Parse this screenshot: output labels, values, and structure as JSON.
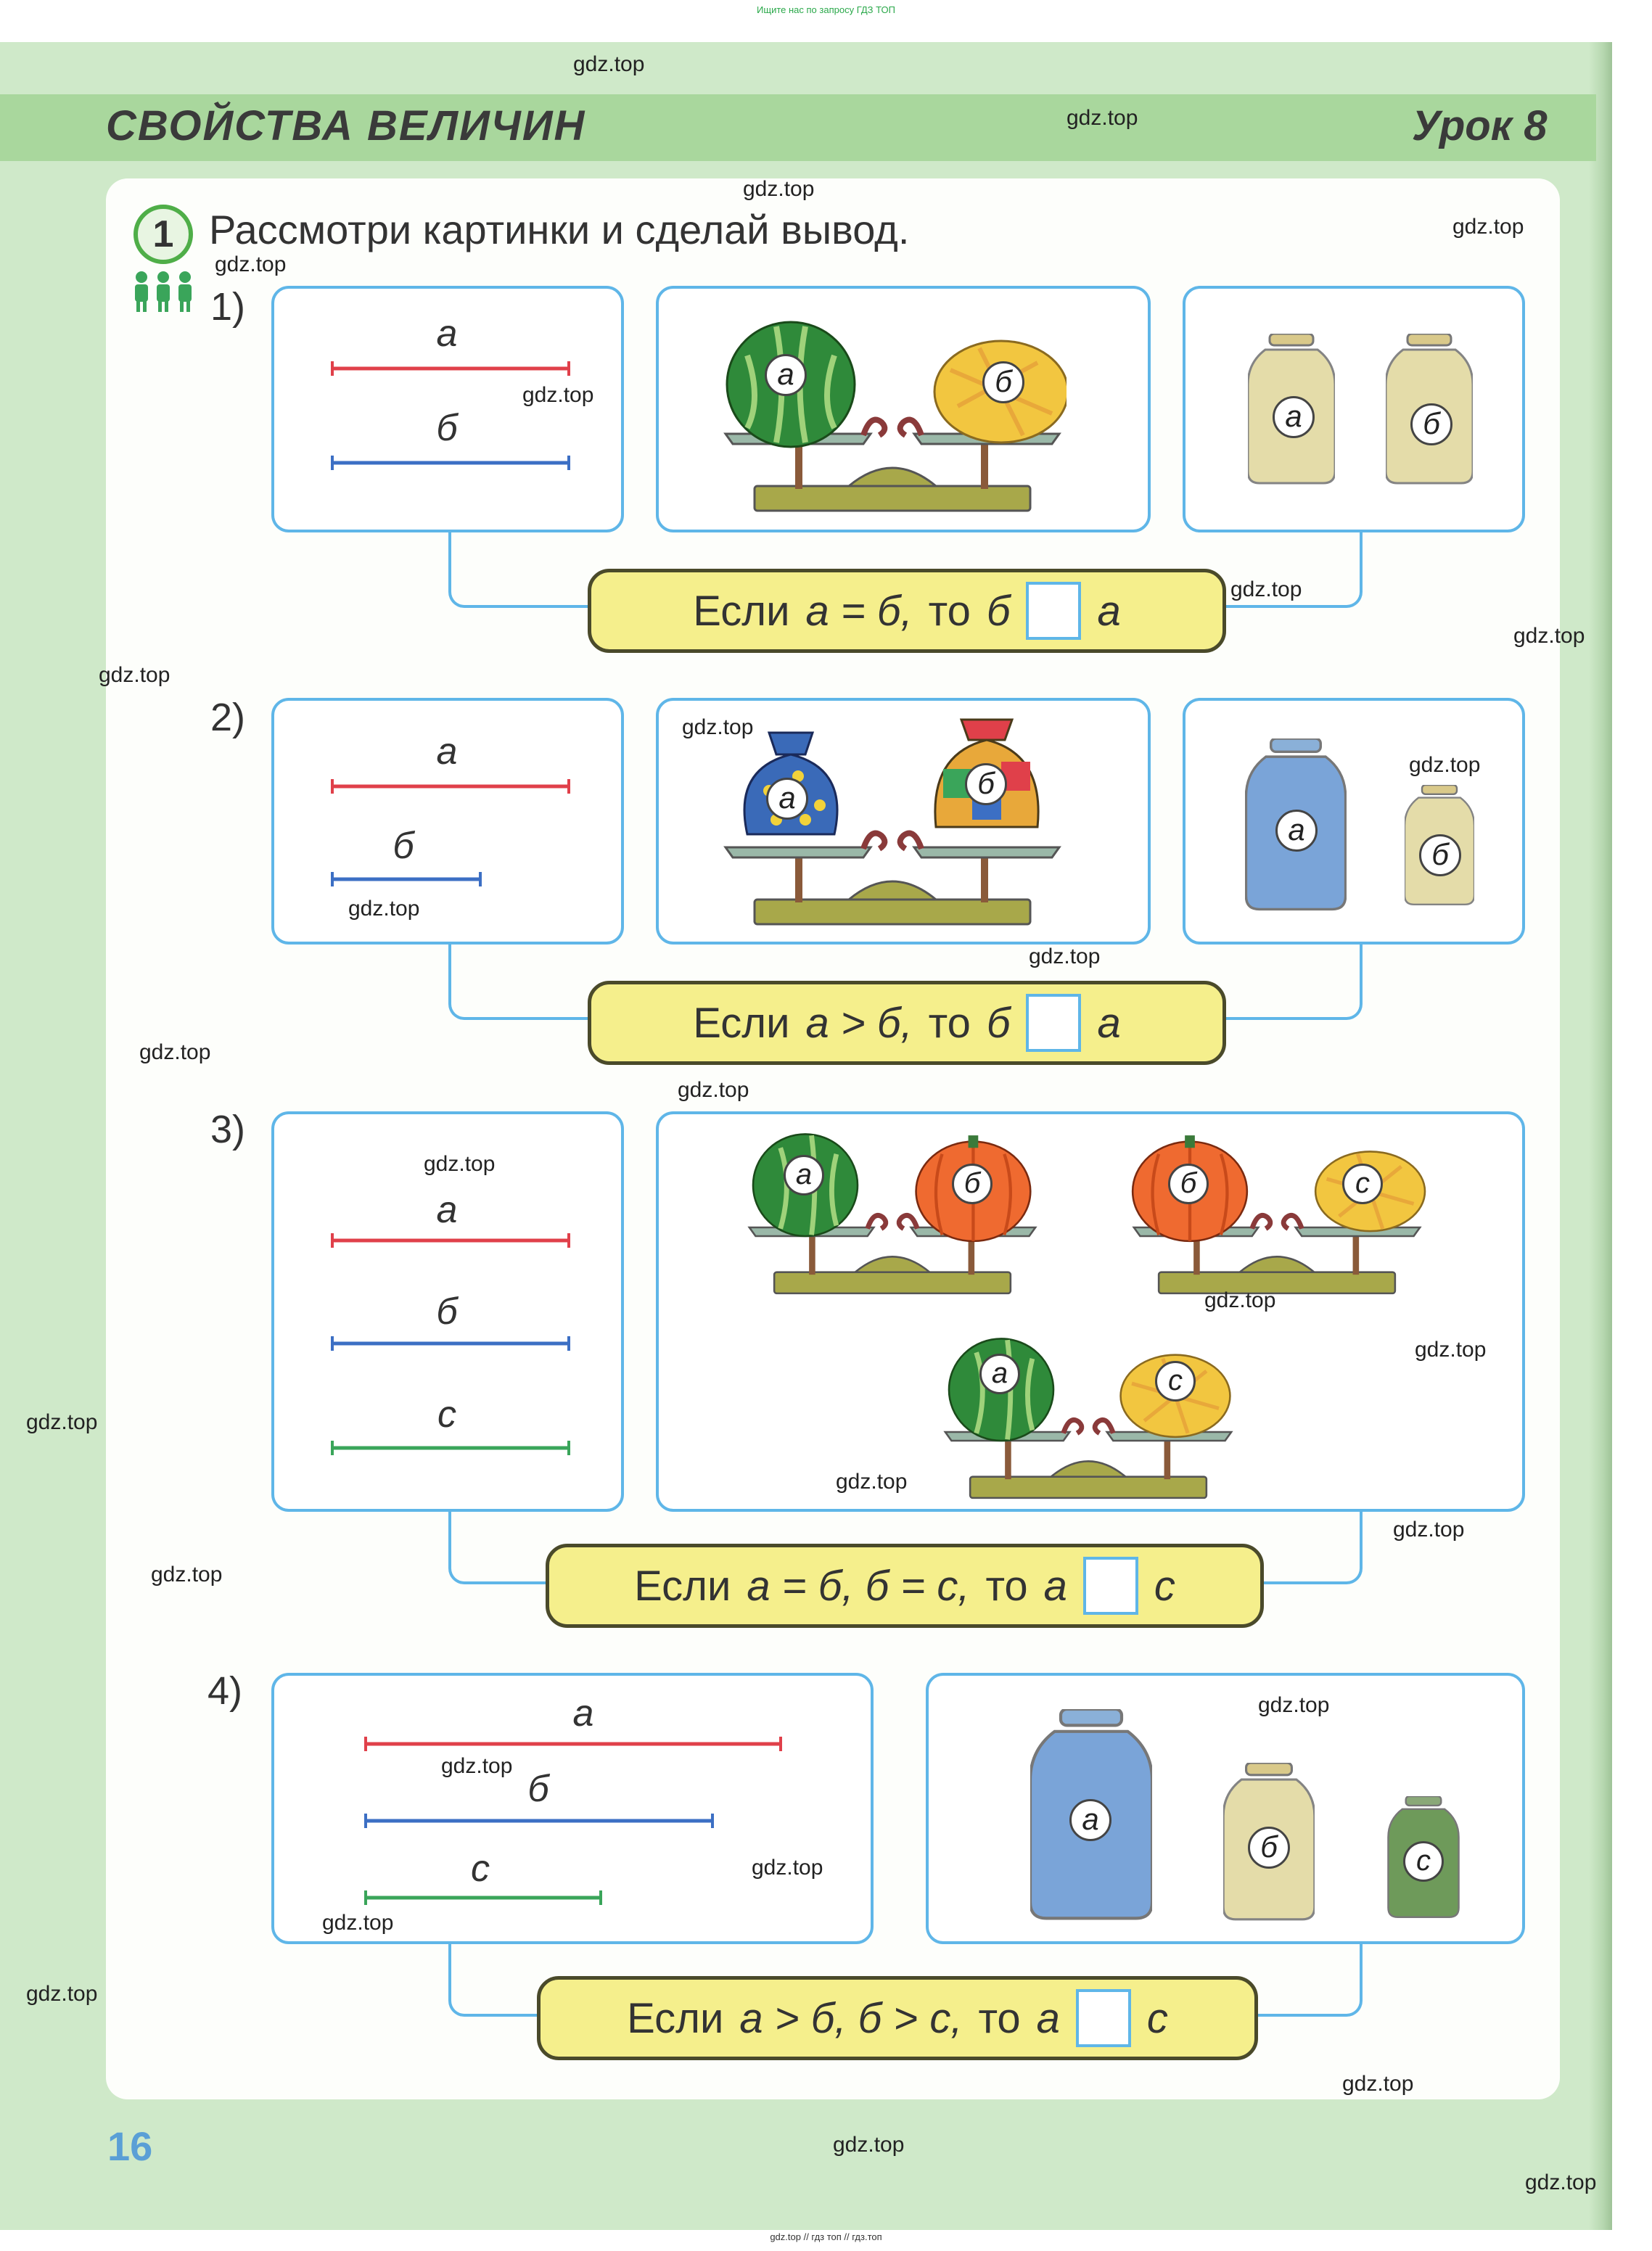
{
  "notes": {
    "top": "Ищите нас по запросу ГДЗ ТОП",
    "bottom": "gdz.top // гдз топ // гдз.топ"
  },
  "header": {
    "title": "СВОЙСТВА ВЕЛИЧИН",
    "lesson": "Урок 8"
  },
  "task": {
    "number": "1",
    "text": "Рассмотри картинки и сделай вывод."
  },
  "labels": {
    "a": "а",
    "b": "б",
    "c": "с"
  },
  "items": [
    {
      "number": "1)",
      "conclusion": {
        "prefix": "Если",
        "cond": "а = б,",
        "then": "то",
        "left": "б",
        "right": "а"
      }
    },
    {
      "number": "2)",
      "conclusion": {
        "prefix": "Если",
        "cond": "а > б,",
        "then": "то",
        "left": "б",
        "right": "а"
      }
    },
    {
      "number": "3)",
      "conclusion": {
        "prefix": "Если",
        "cond": "а = б, б = с,",
        "then": "то",
        "left": "а",
        "right": "с"
      }
    },
    {
      "number": "4)",
      "conclusion": {
        "prefix": "Если",
        "cond": "а > б, б > с,",
        "then": "то",
        "left": "а",
        "right": "с"
      }
    }
  ],
  "page_number": "16",
  "watermark": "gdz.top",
  "colors": {
    "red": "#e0404a",
    "blue": "#3c6fc4",
    "green": "#3aa55a",
    "frame": "#5fb6e8",
    "pill": "#f5ef8c"
  }
}
